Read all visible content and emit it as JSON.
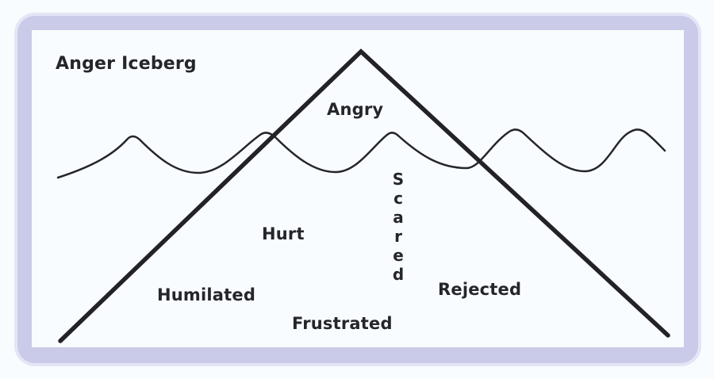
{
  "title": "Anger Iceberg",
  "labels": {
    "tip": "Angry",
    "hurt": "Hurt",
    "scared": "Scared",
    "humiliated": "Humilated",
    "frustrated": "Frustrated",
    "rejected": "Rejected"
  },
  "colors": {
    "frame": "#c9cbe8",
    "ink": "#25252c",
    "background": "#f9fcfe"
  }
}
